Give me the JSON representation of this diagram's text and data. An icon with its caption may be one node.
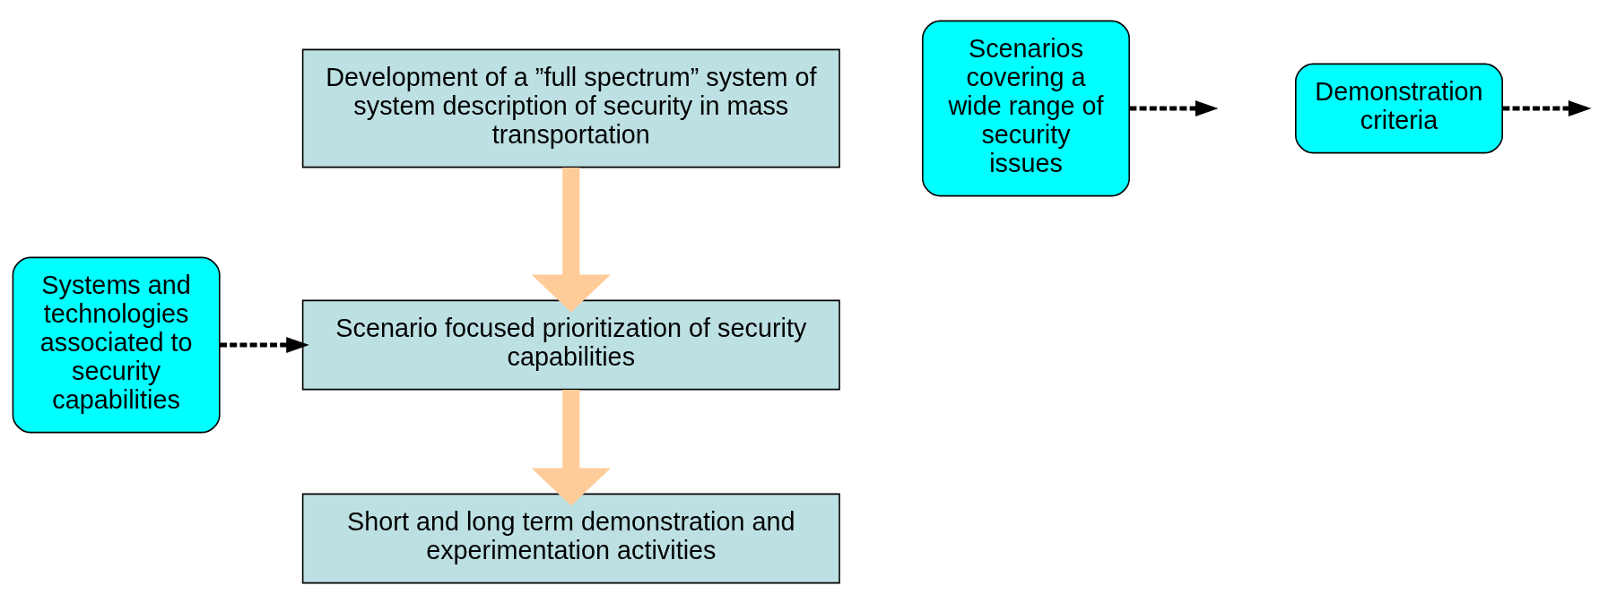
{
  "diagram": {
    "nodes": [
      {
        "text": [
          "Development of a ”full spectrum” system of system description of security in mass transportation"
        ]
      },
      {
        "text": [
          "Scenario focused prioritization of security capabilities"
        ]
      },
      {
        "text": [
          "Short and long term demonstration and experimentation activities"
        ]
      },
      {
        "text": [
          "Systems and technologies associated to security capabilities"
        ]
      },
      {
        "text": [
          "Scenarios covering a wide range of security issues"
        ]
      },
      {
        "text": [
          "Demonstration criteria"
        ]
      }
    ],
    "edges": [
      {
        "from": 0,
        "to": 1,
        "arrow": "to",
        "style": "thick",
        "color": "#ffcc99"
      },
      {
        "from": 1,
        "to": 2,
        "arrow": "to",
        "style": "thick",
        "color": "#ffcc99"
      },
      {
        "from": 3,
        "to": 1,
        "arrow": "to",
        "style": "dashed"
      },
      {
        "from": 4,
        "to": null,
        "arrow": "to",
        "style": "dashed"
      },
      {
        "from": 5,
        "to": null,
        "arrow": "to",
        "style": "dashed"
      }
    ]
  }
}
